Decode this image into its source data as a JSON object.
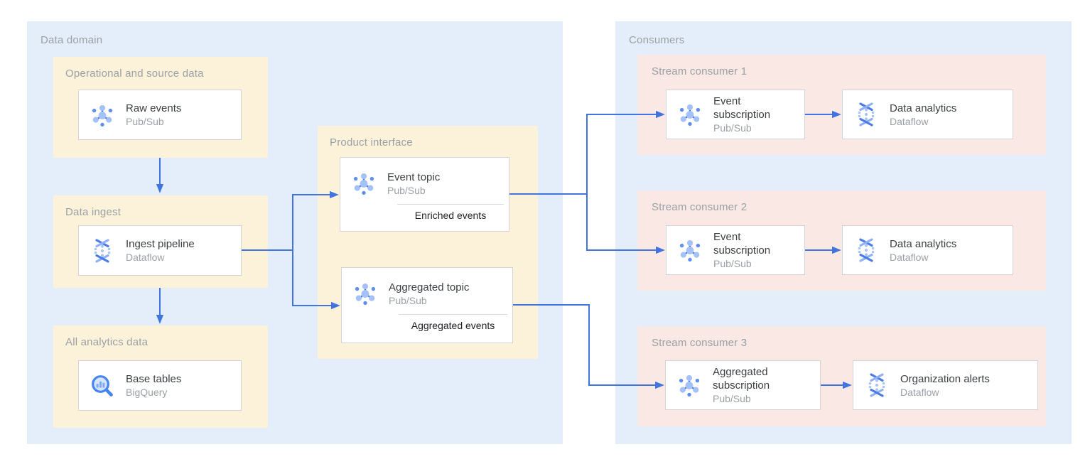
{
  "colors": {
    "container_bg": "#E4EEFA",
    "group_bg_yellow": "#FCF2DA",
    "group_bg_pink": "#F9E8E3",
    "card_bg": "#FFFFFF",
    "card_border": "#D2D4D9",
    "divider": "#D8DADE",
    "arrow": "#4274E0",
    "heading_gray": "#9AA0A6",
    "card_title": "#3C4043",
    "card_subtitle": "#9AA0A6",
    "tag_text": "#202124",
    "icon_blue_dark": "#4A7CE4",
    "icon_blue_mid": "#5E8FF0",
    "icon_blue_light": "#A4C1F8"
  },
  "data_domain": {
    "title": "Data domain",
    "operational": {
      "title": "Operational and source data",
      "card": {
        "title": "Raw events",
        "subtitle": "Pub/Sub",
        "icon": "pubsub-icon"
      }
    },
    "ingest": {
      "title": "Data ingest",
      "card": {
        "title": "Ingest pipeline",
        "subtitle": "Dataflow",
        "icon": "dataflow-icon"
      }
    },
    "analytics": {
      "title": "All analytics data",
      "card": {
        "title": "Base tables",
        "subtitle": "BigQuery",
        "icon": "bigquery-icon"
      }
    },
    "product_interface": {
      "title": "Product interface",
      "cards": [
        {
          "title": "Event topic",
          "subtitle": "Pub/Sub",
          "tag": "Enriched events",
          "icon": "pubsub-icon"
        },
        {
          "title": "Aggregated topic",
          "subtitle": "Pub/Sub",
          "tag": "Aggregated events",
          "icon": "pubsub-icon"
        }
      ]
    }
  },
  "consumers": {
    "title": "Consumers",
    "groups": [
      {
        "title": "Stream consumer 1",
        "source": {
          "title": "Event subscription",
          "subtitle": "Pub/Sub",
          "icon": "pubsub-icon"
        },
        "sink": {
          "title": "Data analytics",
          "subtitle": "Dataflow",
          "icon": "dataflow-icon"
        }
      },
      {
        "title": "Stream consumer 2",
        "source": {
          "title": "Event subscription",
          "subtitle": "Pub/Sub",
          "icon": "pubsub-icon"
        },
        "sink": {
          "title": "Data analytics",
          "subtitle": "Dataflow",
          "icon": "dataflow-icon"
        }
      },
      {
        "title": "Stream consumer 3",
        "source": {
          "title": "Aggregated subscription",
          "subtitle": "Pub/Sub",
          "icon": "pubsub-icon"
        },
        "sink": {
          "title": "Organization alerts",
          "subtitle": "Dataflow",
          "icon": "dataflow-icon"
        }
      }
    ]
  }
}
